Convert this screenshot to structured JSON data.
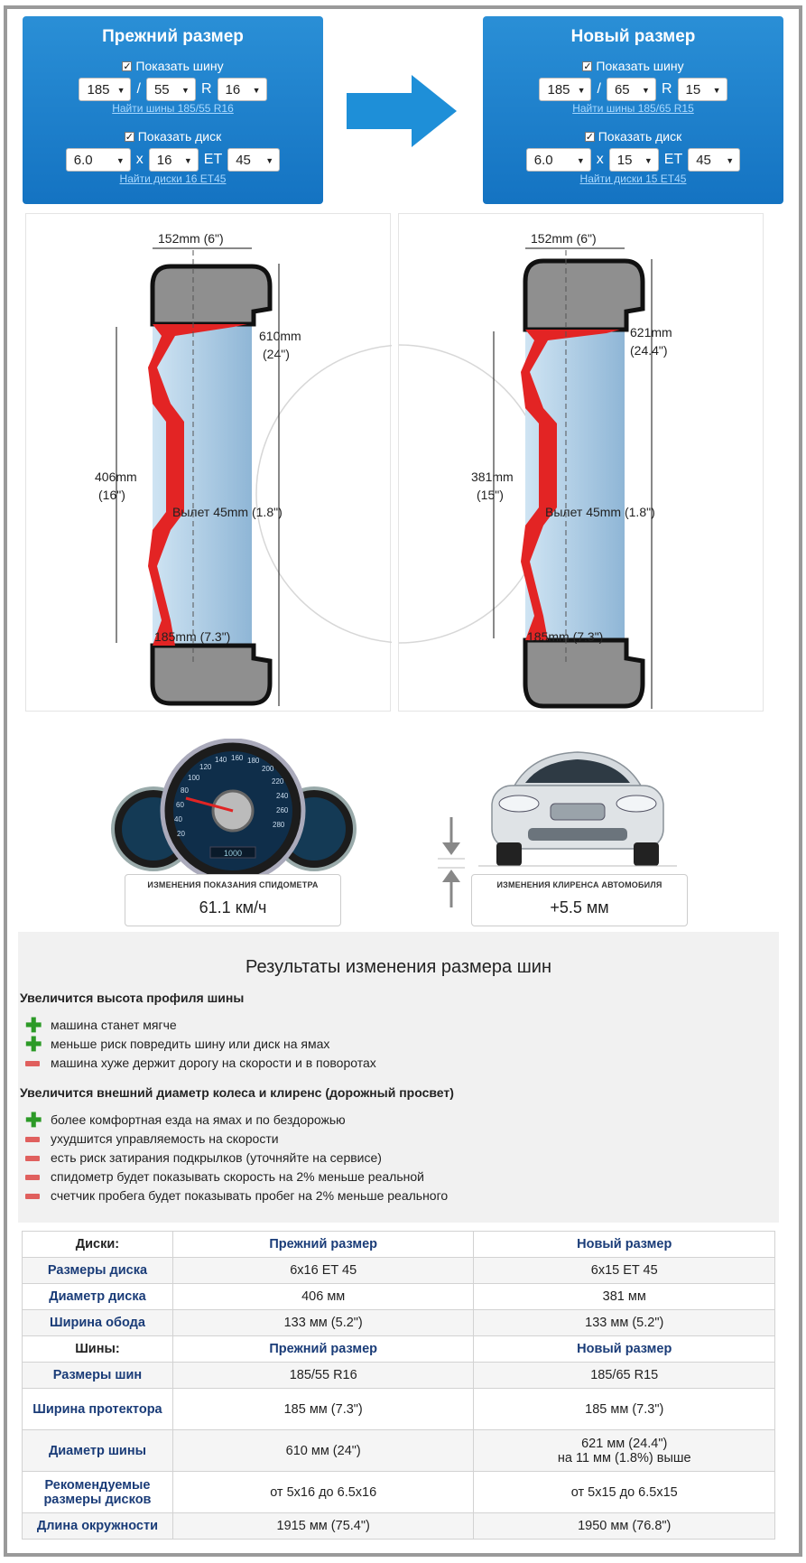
{
  "old_panel": {
    "title": "Прежний размер",
    "show_tire_label": "Показать шину",
    "tire_width": "185",
    "tire_slash": "/",
    "tire_profile": "55",
    "tire_r": "R",
    "tire_rim": "16",
    "find_tires_link": "Найти шины 185/55 R16",
    "show_disc_label": "Показать диск",
    "disc_width": "6.0",
    "disc_x": "x",
    "disc_diam": "16",
    "disc_et_label": "ET",
    "disc_et": "45",
    "find_discs_link": "Найти диски 16 ET45"
  },
  "new_panel": {
    "title": "Новый размер",
    "show_tire_label": "Показать шину",
    "tire_width": "185",
    "tire_slash": "/",
    "tire_profile": "65",
    "tire_r": "R",
    "tire_rim": "15",
    "find_tires_link": "Найти шины 185/65 R15",
    "show_disc_label": "Показать диск",
    "disc_width": "6.0",
    "disc_x": "x",
    "disc_diam": "15",
    "disc_et_label": "ET",
    "disc_et": "45",
    "find_discs_link": "Найти диски 15 ET45"
  },
  "diagram_old": {
    "top_width": "152mm (6\")",
    "outer_diam_mm": "610mm",
    "outer_diam_in": "(24\")",
    "rim_diam_mm": "406mm",
    "rim_diam_in": "(16\")",
    "offset": "Вылет 45mm (1.8\")",
    "bottom_width": "185mm (7.3\")"
  },
  "diagram_new": {
    "top_width": "152mm (6\")",
    "outer_diam_mm": "621mm",
    "outer_diam_in": "(24.4\")",
    "rim_diam_mm": "381mm",
    "rim_diam_in": "(15\")",
    "offset": "Вылет 45mm (1.8\")",
    "bottom_width": "185mm (7.3\")"
  },
  "speedometer": {
    "caption": "ИЗМЕНЕНИЯ ПОКАЗАНИЯ СПИДОМЕТРА",
    "value": "61.1 км/ч",
    "odometer": "1000",
    "ticks": [
      "20",
      "40",
      "60",
      "80",
      "100",
      "120",
      "140",
      "160",
      "180",
      "200",
      "220",
      "240",
      "260",
      "280"
    ]
  },
  "clearance": {
    "caption": "ИЗМЕНЕНИЯ КЛИРЕНСА АВТОМОБИЛЯ",
    "value": "+5.5 мм"
  },
  "results": {
    "title": "Результаты изменения размера шин",
    "group1_title": "Увеличится высота профиля шины",
    "group1": [
      {
        "sign": "plus",
        "text": "машина станет мягче"
      },
      {
        "sign": "plus",
        "text": "меньше риск повредить шину или диск на ямах"
      },
      {
        "sign": "minus",
        "text": "машина хуже держит дорогу на скорости и в поворотах"
      }
    ],
    "group2_title": "Увеличится внешний диаметр колеса и клиренс (дорожный просвет)",
    "group2": [
      {
        "sign": "plus",
        "text": "более комфортная езда на ямах и по бездорожью"
      },
      {
        "sign": "minus",
        "text": "ухудшится управляемость на скорости"
      },
      {
        "sign": "minus",
        "text": "есть риск затирания подкрылков (уточняйте на сервисе)"
      },
      {
        "sign": "minus",
        "text": "спидометр будет показывать скорость на 2% меньше реальной"
      },
      {
        "sign": "minus",
        "text": "счетчик пробега будет показывать пробег на 2% меньше реального"
      }
    ]
  },
  "table": {
    "discs_header": "Диски:",
    "old_header": "Прежний размер",
    "new_header": "Новый размер",
    "disc_rows": [
      {
        "label": "Размеры диска",
        "old": "6x16 ET 45",
        "new": "6x15 ET 45"
      },
      {
        "label": "Диаметр диска",
        "old": "406 мм",
        "new": "381 мм"
      },
      {
        "label": "Ширина обода",
        "old": "133 мм (5.2\")",
        "new": "133 мм (5.2\")"
      }
    ],
    "tires_header": "Шины:",
    "tire_rows": [
      {
        "label": "Размеры шин",
        "old": "185/55 R16",
        "new": "185/65 R15",
        "new2": ""
      },
      {
        "label": "Ширина протектора",
        "old": "185 мм (7.3\")",
        "new": "185 мм (7.3\")",
        "new2": ""
      },
      {
        "label": "Диаметр шины",
        "old": "610 мм (24\")",
        "new": "621 мм (24.4\")",
        "new2": "на 11 мм (1.8%) выше"
      },
      {
        "label": "Рекомендуемые размеры дисков",
        "old": "от 5x16 до 6.5x16",
        "new": "от 5x15 до 6.5x15",
        "new2": ""
      },
      {
        "label": "Длина окружности",
        "old": "1915 мм (75.4\")",
        "new": "1950 мм (76.8\")",
        "new2": ""
      }
    ]
  }
}
